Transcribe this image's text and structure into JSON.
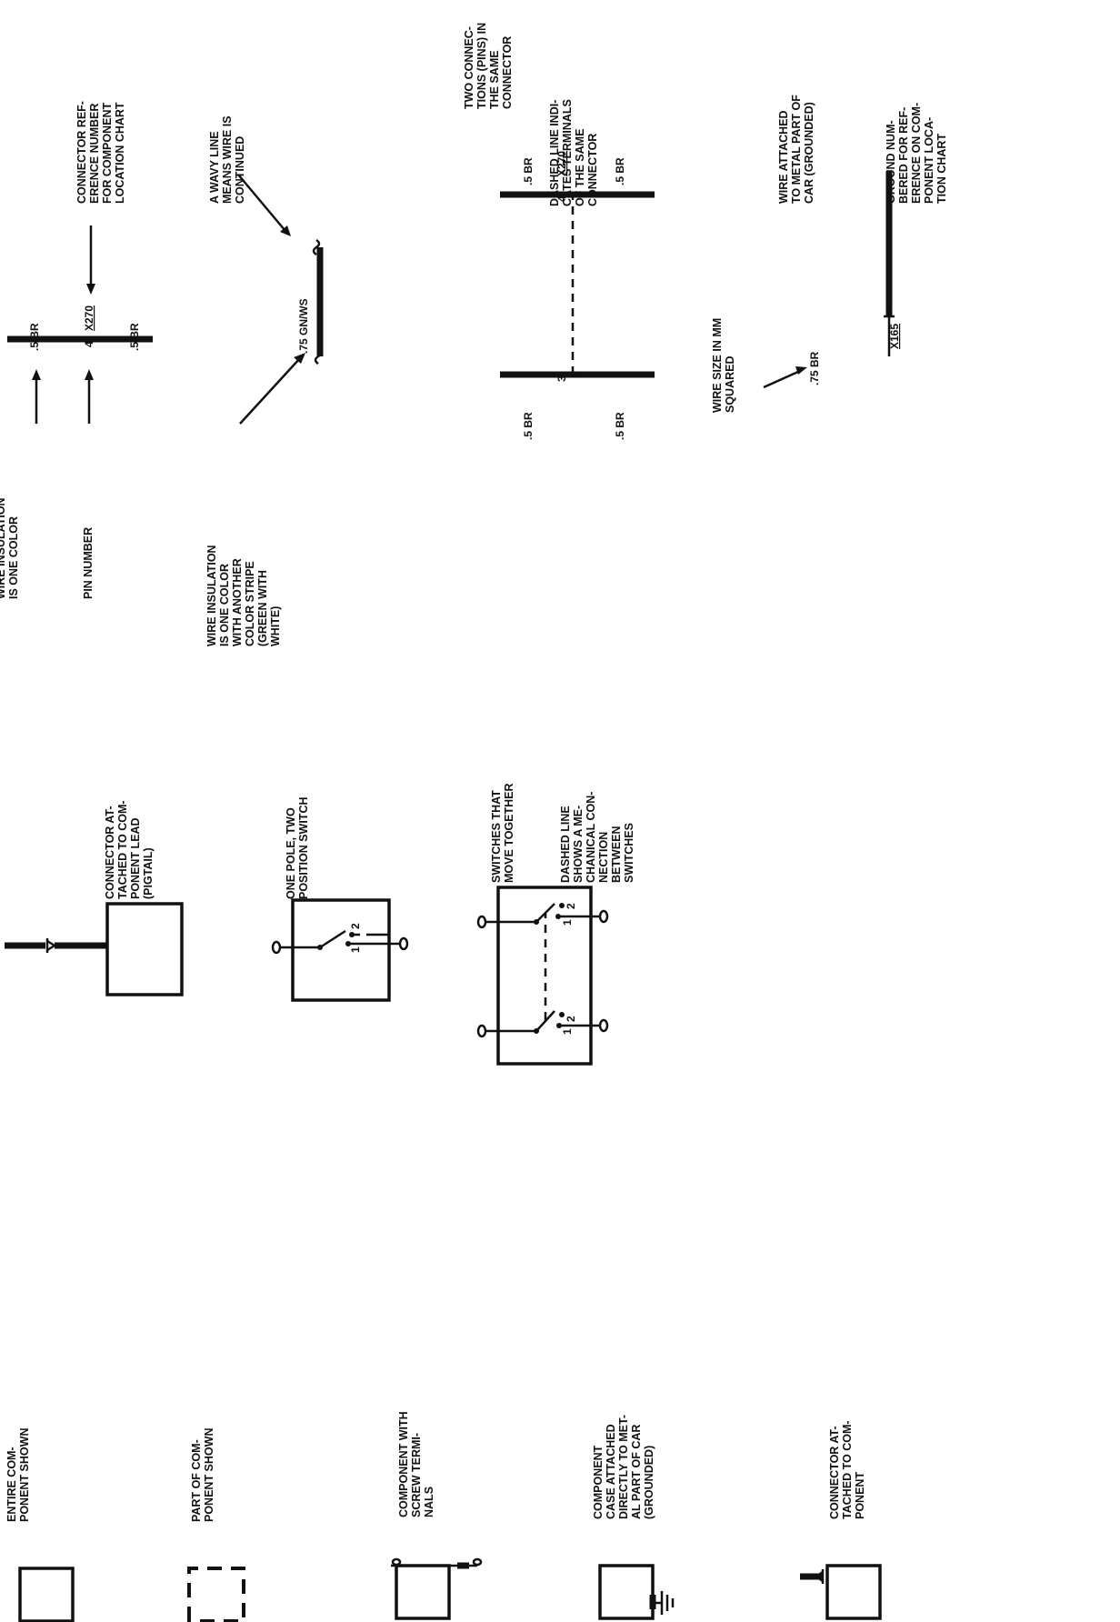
{
  "legend": {
    "entire_component": [
      "ENTIRE COM-",
      "PONENT SHOWN"
    ],
    "part_of_component": [
      "PART OF COM-",
      "PONENT SHOWN"
    ],
    "screw_terminals": [
      "COMPONENT WITH",
      "SCREW TERMI-",
      "NALS"
    ],
    "case_grounded": [
      "COMPONENT",
      "CASE ATTACHED",
      "DIRECTLY TO MET-",
      "AL PART OF CAR",
      "(GROUNDED)"
    ],
    "connector_component": [
      "CONNECTOR AT-",
      "TACHED TO COM-",
      "PONENT"
    ],
    "connector_pigtail": [
      "CONNECTOR AT-",
      "TACHED TO COM-",
      "PONENT LEAD",
      "(PIGTAIL)"
    ],
    "one_pole_switch": [
      "ONE POLE, TWO",
      "POSITION SWITCH"
    ],
    "switches_together": [
      "SWITCHES THAT",
      "MOVE TOGETHER"
    ],
    "dashed_mechanical": [
      "DASHED LINE",
      "SHOWS A ME-",
      "CHANICAL CON-",
      "NECTION",
      "BETWEEN",
      "SWITCHES"
    ],
    "one_color": [
      "WIRE INSULATION",
      "IS ONE COLOR"
    ],
    "pin_number": [
      "PIN NUMBER"
    ],
    "connector_ref": [
      "CONNECTOR REF-",
      "ERENCE NUMBER",
      "FOR COMPONENT",
      "LOCATION CHART"
    ],
    "stripe": [
      "WIRE INSULATION",
      "IS ONE COLOR",
      "WITH ANOTHER",
      "COLOR STRIPE",
      "(GREEN WITH",
      "WHITE)"
    ],
    "wavy": [
      "A WAVY LINE",
      "MEANS WIRE IS",
      "CONTINUED"
    ],
    "two_connections": [
      "TWO CONNEC-",
      "TIONS (PINS) IN",
      "THE SAME",
      "CONNECTOR"
    ],
    "dashed_terminals": [
      "DASHED LINE INDI-",
      "CATES TERMINALS",
      "OF THE SAME",
      "CONNECTOR"
    ],
    "wire_size": [
      "WIRE SIZE IN MM",
      "SQUARED"
    ],
    "wire_grounded": [
      "WIRE ATTACHED",
      "TO METAL PART OF",
      "CAR (GROUNDED)"
    ],
    "ground_ref": [
      "GROUND NUM-",
      "BERED FOR REF-",
      "ERENCE ON COM-",
      "PONENT LOCA-",
      "TION CHART"
    ]
  },
  "wire_labels": {
    "br_5": ".5 BR",
    "br_75": ".75 BR",
    "gn_ws": ".75 GN/WS",
    "connector_x270": "X270",
    "ground_x165": "X165",
    "pin_4": "4",
    "pin_3": "3",
    "switch_pos_1": "1",
    "switch_pos_2": "2"
  }
}
